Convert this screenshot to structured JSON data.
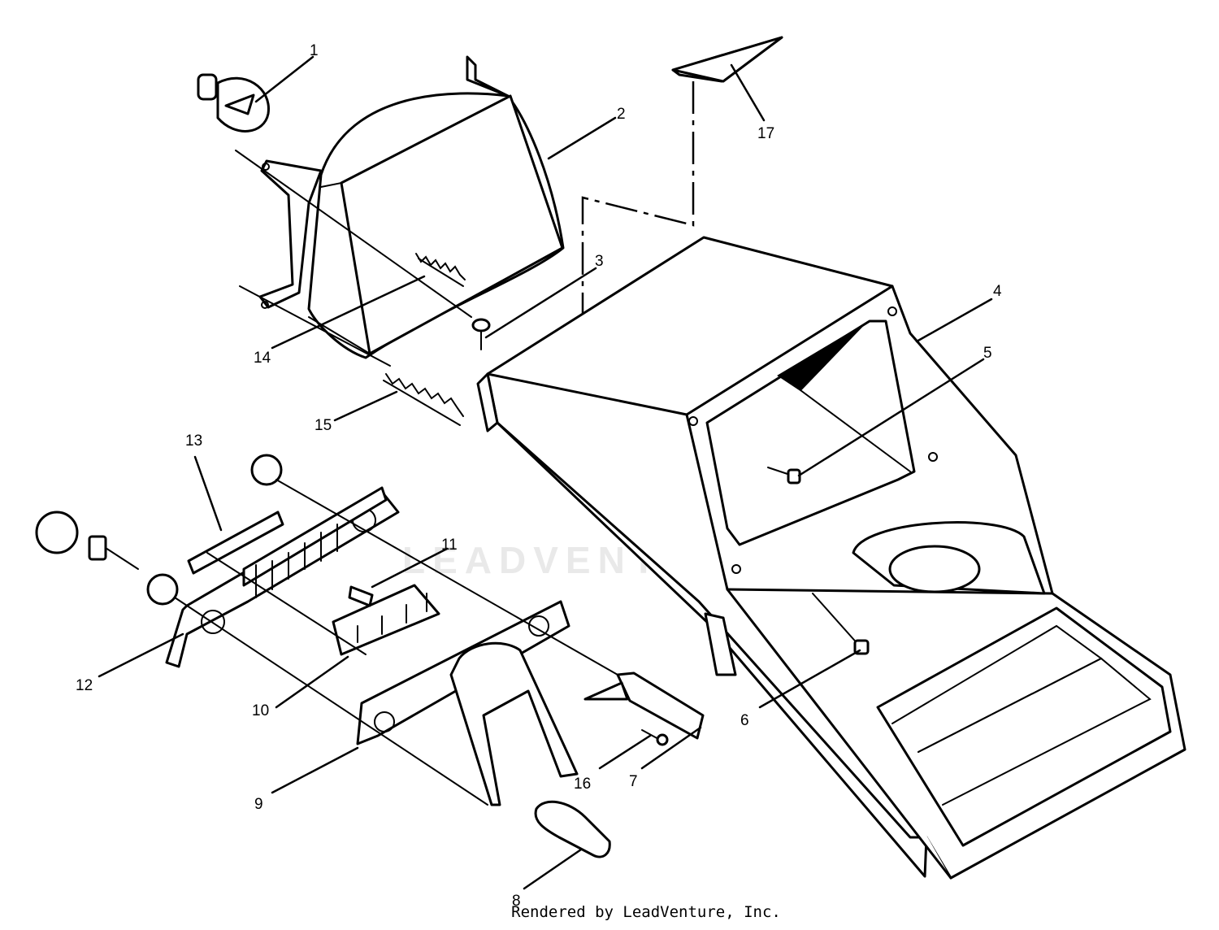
{
  "watermark": {
    "text": "LEADVENTURE"
  },
  "footer": {
    "credit": "Rendered by LeadVenture, Inc."
  },
  "callouts": [
    "1",
    "2",
    "3",
    "4",
    "5",
    "6",
    "7",
    "8",
    "9",
    "10",
    "11",
    "12",
    "13",
    "14",
    "15",
    "16",
    "17"
  ]
}
